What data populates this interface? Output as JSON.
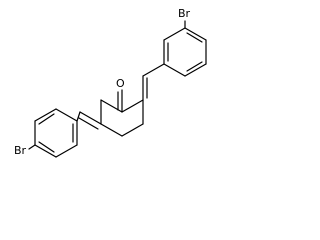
{
  "molecule": {
    "atoms": {
      "br_top": "Br",
      "br_left": "Br",
      "oxygen": "O"
    }
  }
}
